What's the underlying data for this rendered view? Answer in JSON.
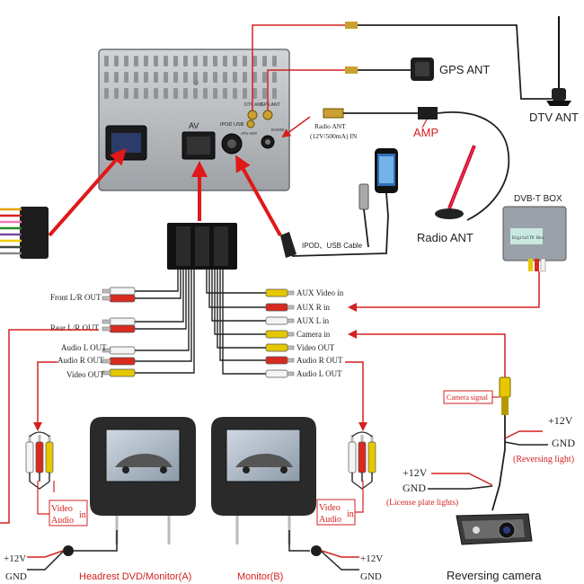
{
  "colors": {
    "red_wire": "#d42020",
    "arrow": "#e01818",
    "black_wire": "#202020",
    "head_unit": "#b9bcc0",
    "rca_white": "#f4f4f4",
    "rca_red": "#d82a20",
    "rca_yellow": "#e6c800"
  },
  "head_unit": {
    "av_port": "AV",
    "ipod_usb_port": "IPOD USB",
    "dtv_ant_port": "DTV ANT",
    "gps_ant_port": "GPS ANT",
    "radio_port": "RADIO",
    "atv_ant_port": "ATV ANT"
  },
  "antennas": {
    "gps": "GPS ANT",
    "dtv": "DTV ANT",
    "amp": "AMP",
    "radio_ant_cable": "Radio ANT",
    "radio_power": "(12V/500mA) IN",
    "radio": "Radio ANT"
  },
  "ipod": {
    "cable": "IPOD、USB Cable"
  },
  "dvbt": {
    "title": "DVB-T  BOX",
    "screen": "DigitalTV Box"
  },
  "harness": {
    "left": [
      "Front L/R OUT",
      "Rear L/R OUT",
      "Audio L OUT",
      "Audio R OUT",
      "Video OUT"
    ],
    "right": [
      "AUX Video in",
      "AUX R in",
      "AUX L in",
      "Camera in",
      "Video OUT",
      "Audio R OUT",
      "Audio L OUT"
    ]
  },
  "monitors": {
    "a": "Headrest DVD/Monitor(A)",
    "b": "Monitor(B)",
    "video_in": "Video",
    "audio_in": "Audio",
    "in_suffix": "in",
    "v12": "+12V",
    "gnd": "GND"
  },
  "camera": {
    "signal": "Camera signal",
    "v12": "+12V",
    "gnd": "GND",
    "reversing_light": "(Reversing light)",
    "plate_v12": "+12V",
    "plate_gnd": "GND",
    "plate_lights": "(License plate lights)",
    "title": "Reversing camera"
  }
}
